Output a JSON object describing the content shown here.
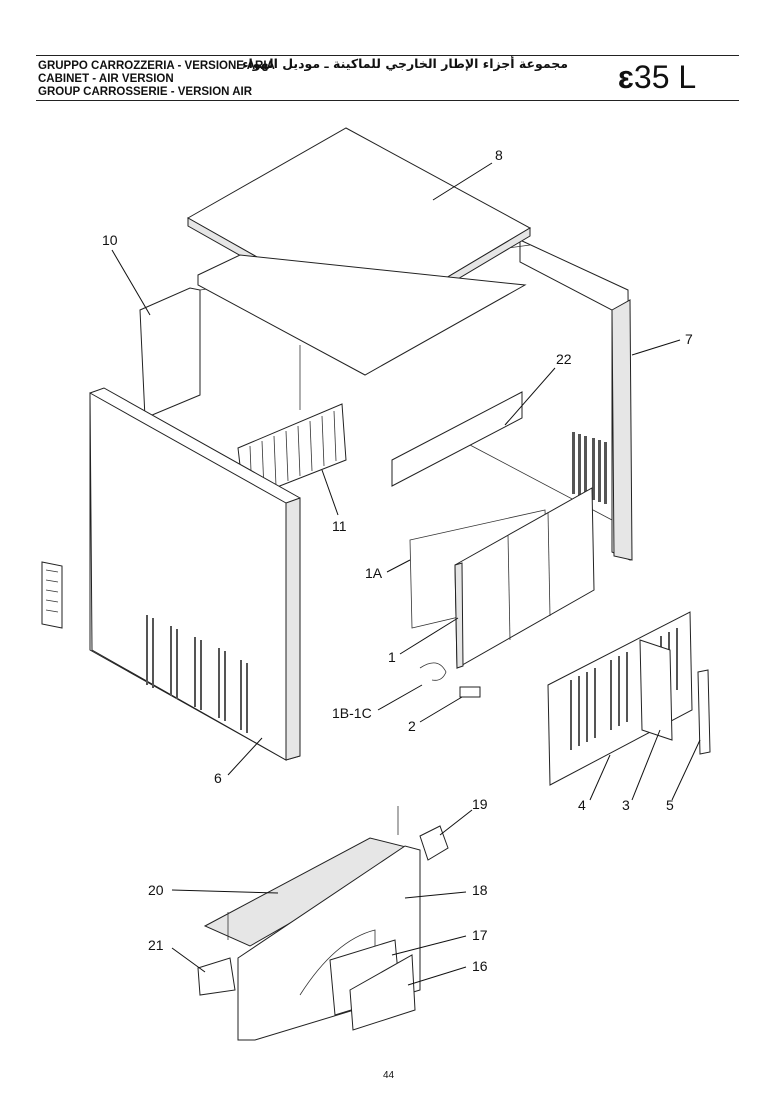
{
  "header": {
    "titles": [
      "GRUPPO CARROZZERIA - VERSIONE ARIA",
      "CABINET - AIR VERSION",
      "GROUP CARROSSERIE - VERSION AIR"
    ],
    "title_arabic": "مجموعة أجزاء الإطار الخارجي للماكينة ـ موديل الهواء",
    "model_brand": "ɛ",
    "model_name": "35 L"
  },
  "callouts": [
    "8",
    "10",
    "7",
    "22",
    "11",
    "1A",
    "1",
    "1B-1C",
    "2",
    "6",
    "4",
    "3",
    "5",
    "19",
    "20",
    "18",
    "17",
    "21",
    "16"
  ],
  "page_number": "44"
}
